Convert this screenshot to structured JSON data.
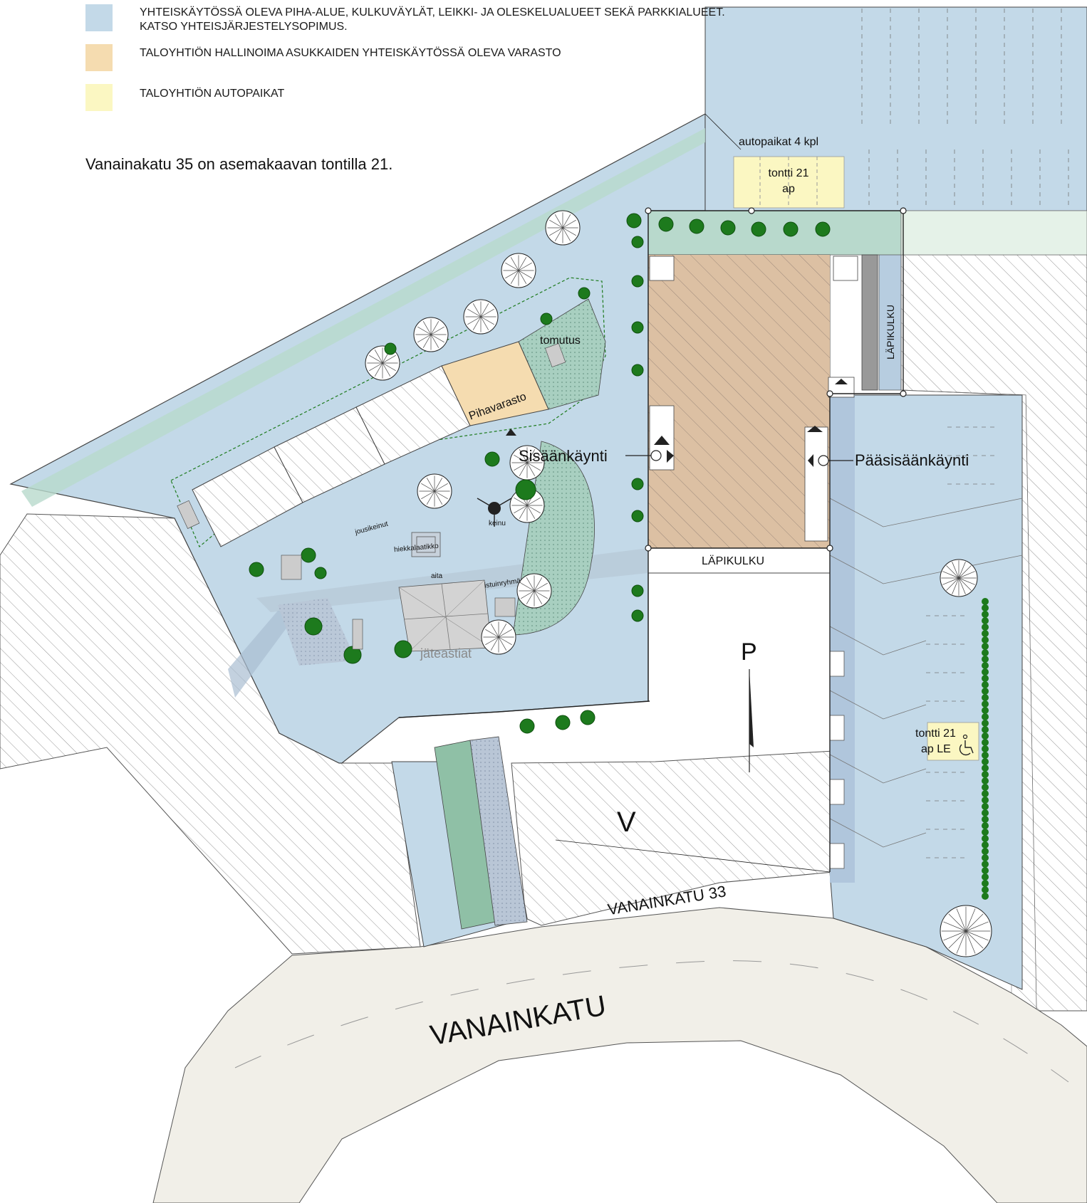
{
  "legend": {
    "items": [
      {
        "lines": [
          "YHTEISKÄYTÖSSÄ OLEVA PIHA-ALUE, KULKUVÄYLÄT, LEIKKI- JA OLESKELUALUEET SEKÄ PARKKIALUEET.",
          "KATSO YHTEISJÄRJESTELYSOPIMUS."
        ],
        "color": "#c3d9e8"
      },
      {
        "lines": [
          "TALOYHTIÖN HALLINOIMA ASUKKAIDEN YHTEISKÄYTÖSSÄ OLEVA VARASTO"
        ],
        "color": "#f5dcb0"
      },
      {
        "lines": [
          "TALOYHTIÖN AUTOPAIKAT"
        ],
        "color": "#fbf7c2"
      }
    ]
  },
  "note": "Vanainakatu 35 on asemakaavan tontilla 21.",
  "colors": {
    "shared": "#c3d9e8",
    "storage": "#f5dcb0",
    "parking": "#fbf7c2",
    "building": "#dcc0a3",
    "green": "#b8d9cc",
    "street": "#f1efe8",
    "tree": "#1d7a1d"
  },
  "labels": {
    "parking_count": "autopaikat 4 kpl",
    "lot_parking_1": "tontti 21",
    "lot_parking_2": "ap",
    "tomutus": "tomutus",
    "pihavarasto": "Pihavarasto",
    "sisaankaynti": "Sisäänkäynti",
    "paasisaankaynti": "Pääsisäänkäynti",
    "lapikulku_v": "LÄPIKULKU",
    "lapikulku_h": "LÄPIKULKU",
    "jousikeinut": "jousikeinut",
    "keinu": "keinu",
    "hiekkalaatikko": "hiekkalaatikko",
    "aita": "aita",
    "istuinryhma": "istuinryhmä",
    "jateastiat": "jäteastiat",
    "p_marker": "P",
    "v_marker": "V",
    "vanainkatu33": "VANAINKATU 33",
    "vanainkatu": "VANAINKATU",
    "le_1": "tontti 21",
    "le_2": "ap LE"
  }
}
